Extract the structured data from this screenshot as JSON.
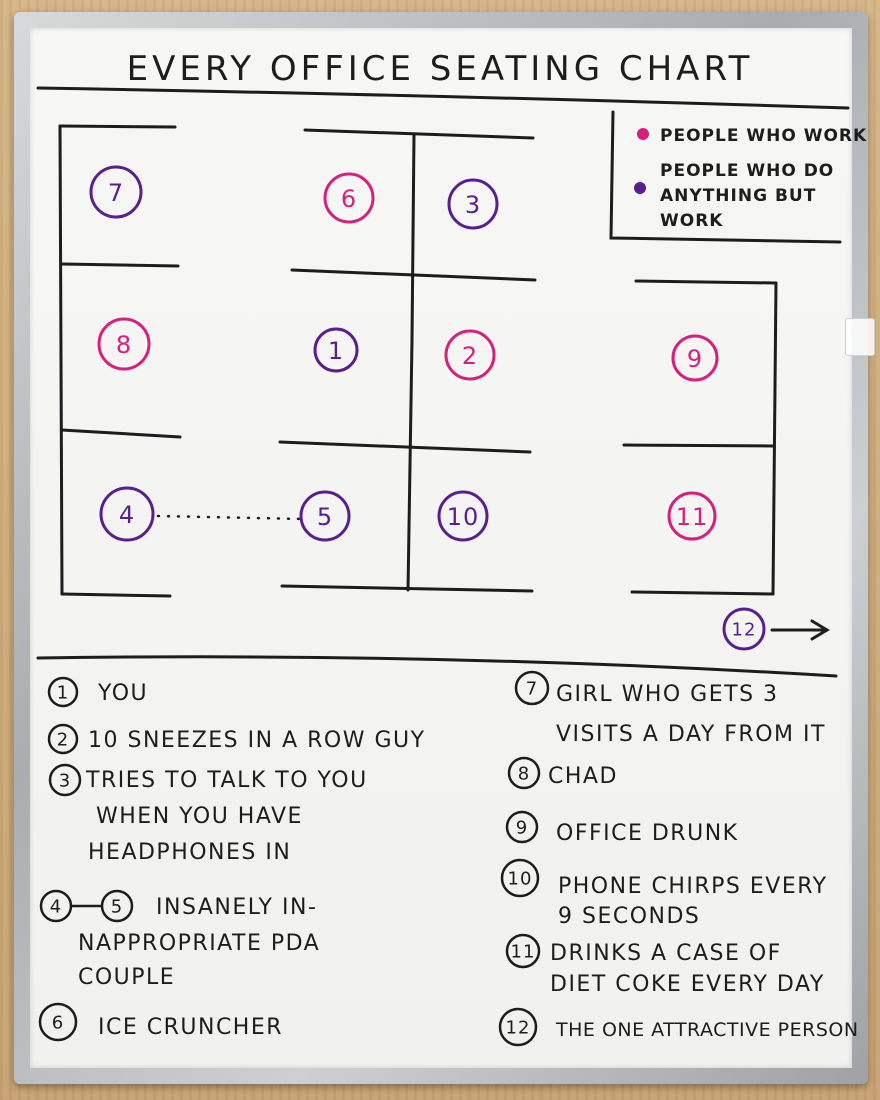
{
  "title": "EVERY OFFICE SEATING CHART",
  "colors": {
    "pink": "#d6207c",
    "purple": "#5a1f8f",
    "ink": "#1d1d1d"
  },
  "legend": [
    {
      "color": "pink",
      "lines": [
        "PEOPLE WHO WORK"
      ]
    },
    {
      "color": "purple",
      "lines": [
        "PEOPLE WHO DO",
        "ANYTHING BUT",
        "WORK"
      ]
    }
  ],
  "seats": [
    {
      "num": "7",
      "color": "purple"
    },
    {
      "num": "6",
      "color": "pink"
    },
    {
      "num": "3",
      "color": "purple"
    },
    {
      "num": "8",
      "color": "pink"
    },
    {
      "num": "1",
      "color": "purple"
    },
    {
      "num": "2",
      "color": "pink"
    },
    {
      "num": "9",
      "color": "pink"
    },
    {
      "num": "4",
      "color": "purple"
    },
    {
      "num": "5",
      "color": "purple"
    },
    {
      "num": "10",
      "color": "purple"
    },
    {
      "num": "11",
      "color": "pink"
    },
    {
      "num": "12",
      "color": "purple"
    }
  ],
  "list": [
    {
      "nums": [
        "1"
      ],
      "lines": [
        "YOU"
      ]
    },
    {
      "nums": [
        "2"
      ],
      "lines": [
        "10 SNEEZES IN A ROW GUY"
      ]
    },
    {
      "nums": [
        "3"
      ],
      "lines": [
        "TRIES TO TALK TO YOU",
        "WHEN YOU HAVE",
        "HEADPHONES IN"
      ]
    },
    {
      "nums": [
        "4",
        "5"
      ],
      "lines": [
        "INSANELY IN-",
        "NAPPROPRIATE PDA",
        "COUPLE"
      ]
    },
    {
      "nums": [
        "6"
      ],
      "lines": [
        "ICE CRUNCHER"
      ]
    },
    {
      "nums": [
        "7"
      ],
      "lines": [
        "GIRL WHO GETS 3",
        "VISITS A DAY FROM IT"
      ]
    },
    {
      "nums": [
        "8"
      ],
      "lines": [
        "CHAD"
      ]
    },
    {
      "nums": [
        "9"
      ],
      "lines": [
        "OFFICE DRUNK"
      ]
    },
    {
      "nums": [
        "10"
      ],
      "lines": [
        "PHONE CHIRPS EVERY",
        "9 SECONDS"
      ]
    },
    {
      "nums": [
        "11"
      ],
      "lines": [
        "DRINKS A CASE OF",
        "DIET COKE EVERY DAY"
      ]
    },
    {
      "nums": [
        "12"
      ],
      "lines": [
        "THE ONE ATTRACTIVE PERSON"
      ]
    }
  ]
}
